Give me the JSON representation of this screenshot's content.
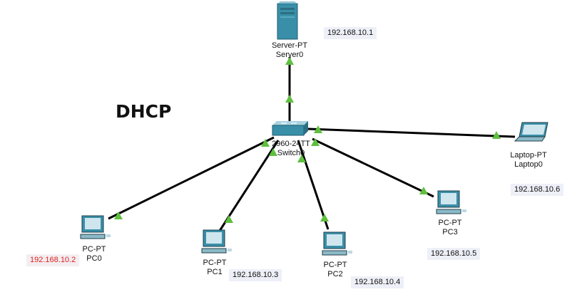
{
  "diagram": {
    "title": "DHCP",
    "devices": [
      {
        "id": "server",
        "model": "Server-PT",
        "name": "Server0",
        "ip": "192.168.10.1"
      },
      {
        "id": "switch",
        "model": "2960-24TT",
        "name": "Switch0"
      },
      {
        "id": "laptop",
        "model": "Laptop-PT",
        "name": "Laptop0",
        "ip": "192.168.10.6"
      },
      {
        "id": "pc0",
        "model": "PC-PT",
        "name": "PC0",
        "ip": "192.168.10.2"
      },
      {
        "id": "pc1",
        "model": "PC-PT",
        "name": "PC1",
        "ip": "192.168.10.3"
      },
      {
        "id": "pc2",
        "model": "PC-PT",
        "name": "PC2",
        "ip": "192.168.10.4"
      },
      {
        "id": "pc3",
        "model": "PC-PT",
        "name": "PC3",
        "ip": "192.168.10.5"
      }
    ],
    "links": [
      {
        "from": "switch",
        "to": "server",
        "status": "up"
      },
      {
        "from": "switch",
        "to": "laptop",
        "status": "up"
      },
      {
        "from": "switch",
        "to": "pc0",
        "status": "up"
      },
      {
        "from": "switch",
        "to": "pc1",
        "status": "up"
      },
      {
        "from": "switch",
        "to": "pc2",
        "status": "up"
      },
      {
        "from": "switch",
        "to": "pc3",
        "status": "up"
      }
    ],
    "colors": {
      "link": "#000000",
      "link_up_indicator": "#5fbf3f",
      "device_primary": "#3a8fa8",
      "ip_box_bg": "#eef0f8",
      "ip_highlight": "#e0221e"
    }
  }
}
